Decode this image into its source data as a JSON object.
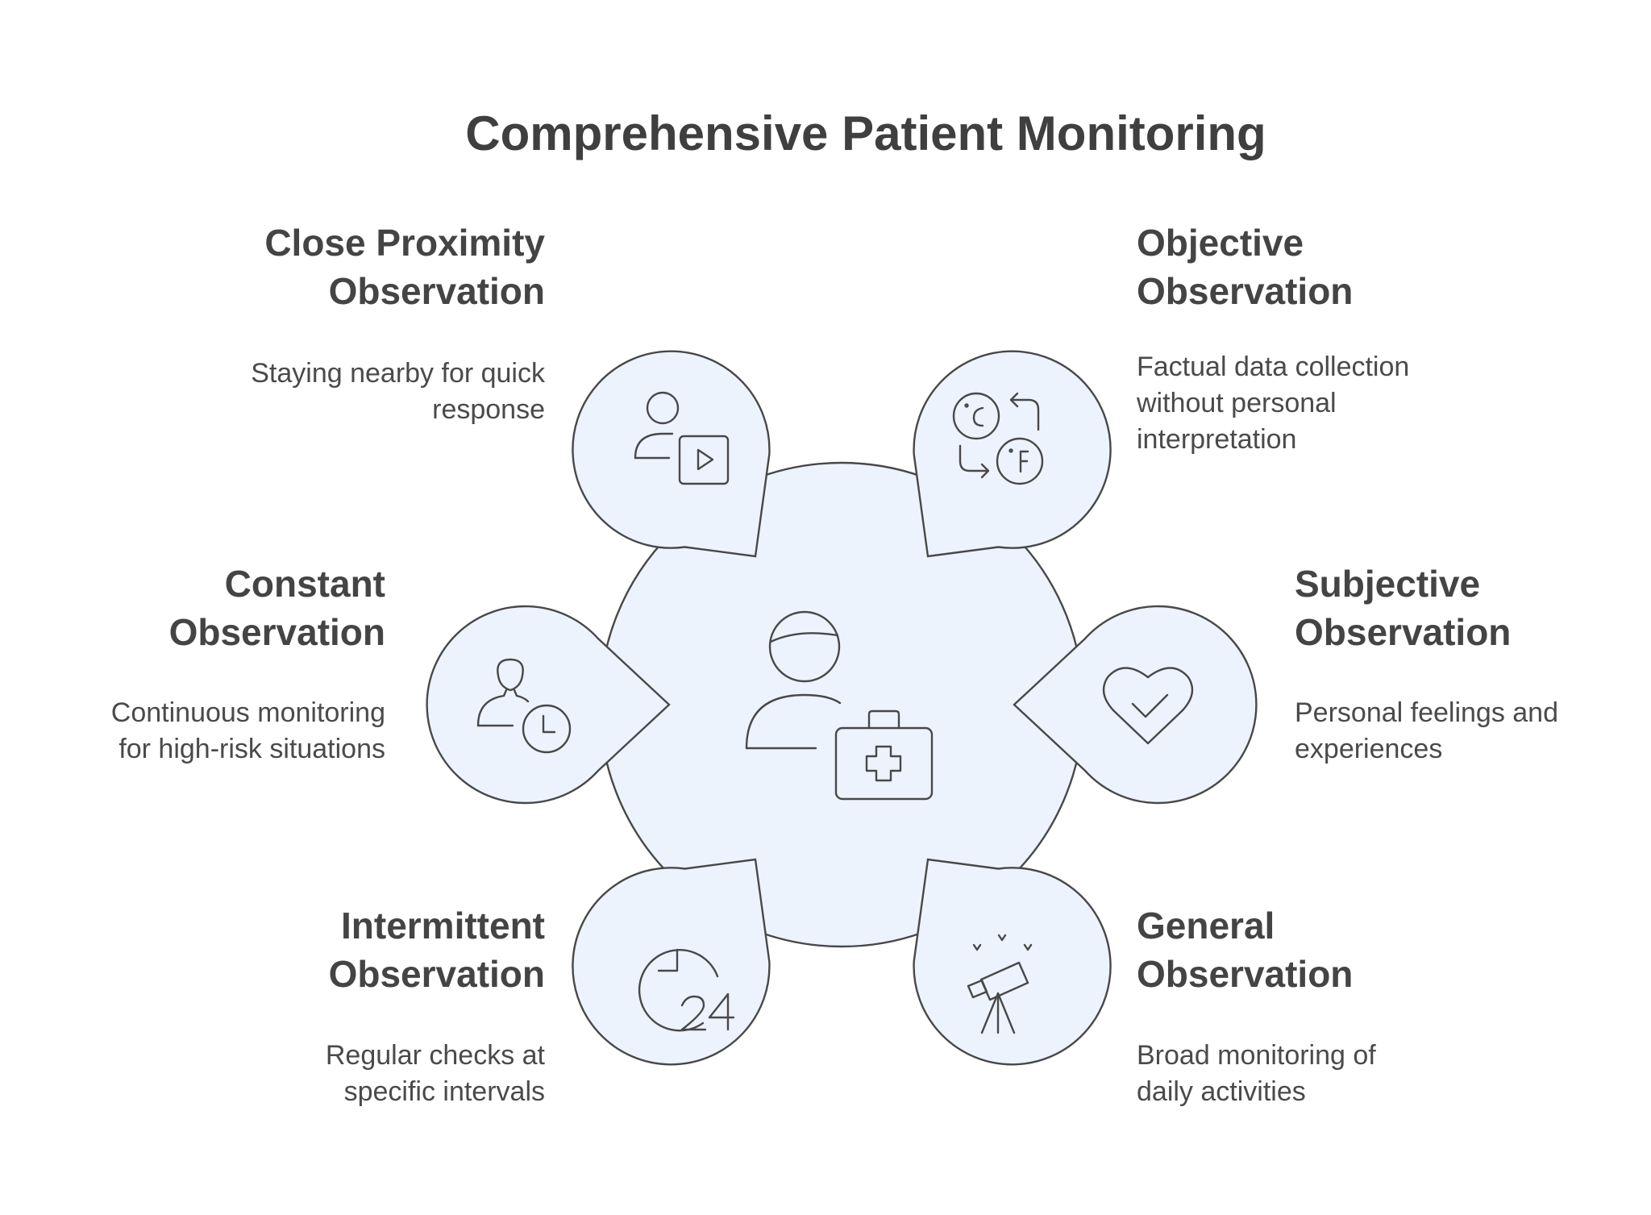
{
  "title": "Comprehensive Patient Monitoring",
  "center": {
    "icon": "patient-with-medical-kit-icon"
  },
  "colors": {
    "shape_fill": "#edf3fd",
    "outline": "#484848",
    "heading": "#444444",
    "text": "#4a4a4a"
  },
  "items": {
    "close_proximity": {
      "heading": [
        "Close Proximity",
        "Observation"
      ],
      "description": [
        "Staying nearby for quick",
        "response"
      ],
      "icon": "person-with-video-icon"
    },
    "objective": {
      "heading": [
        "Objective",
        "Observation"
      ],
      "description": [
        "Factual data collection",
        "without personal",
        "interpretation"
      ],
      "icon": "temperature-conversion-icon"
    },
    "constant": {
      "heading": [
        "Constant",
        "Observation"
      ],
      "description": [
        "Continuous monitoring",
        "for high-risk situations"
      ],
      "icon": "person-with-clock-icon"
    },
    "subjective": {
      "heading": [
        "Subjective",
        "Observation"
      ],
      "description": [
        "Personal feelings and",
        "experiences"
      ],
      "icon": "heart-check-icon"
    },
    "intermittent": {
      "heading": [
        "Intermittent",
        "Observation"
      ],
      "description": [
        "Regular checks at",
        "specific intervals"
      ],
      "icon": "clock-24-icon"
    },
    "general": {
      "heading": [
        "General",
        "Observation"
      ],
      "description": [
        "Broad monitoring of",
        "daily activities"
      ],
      "icon": "telescope-icon"
    }
  }
}
